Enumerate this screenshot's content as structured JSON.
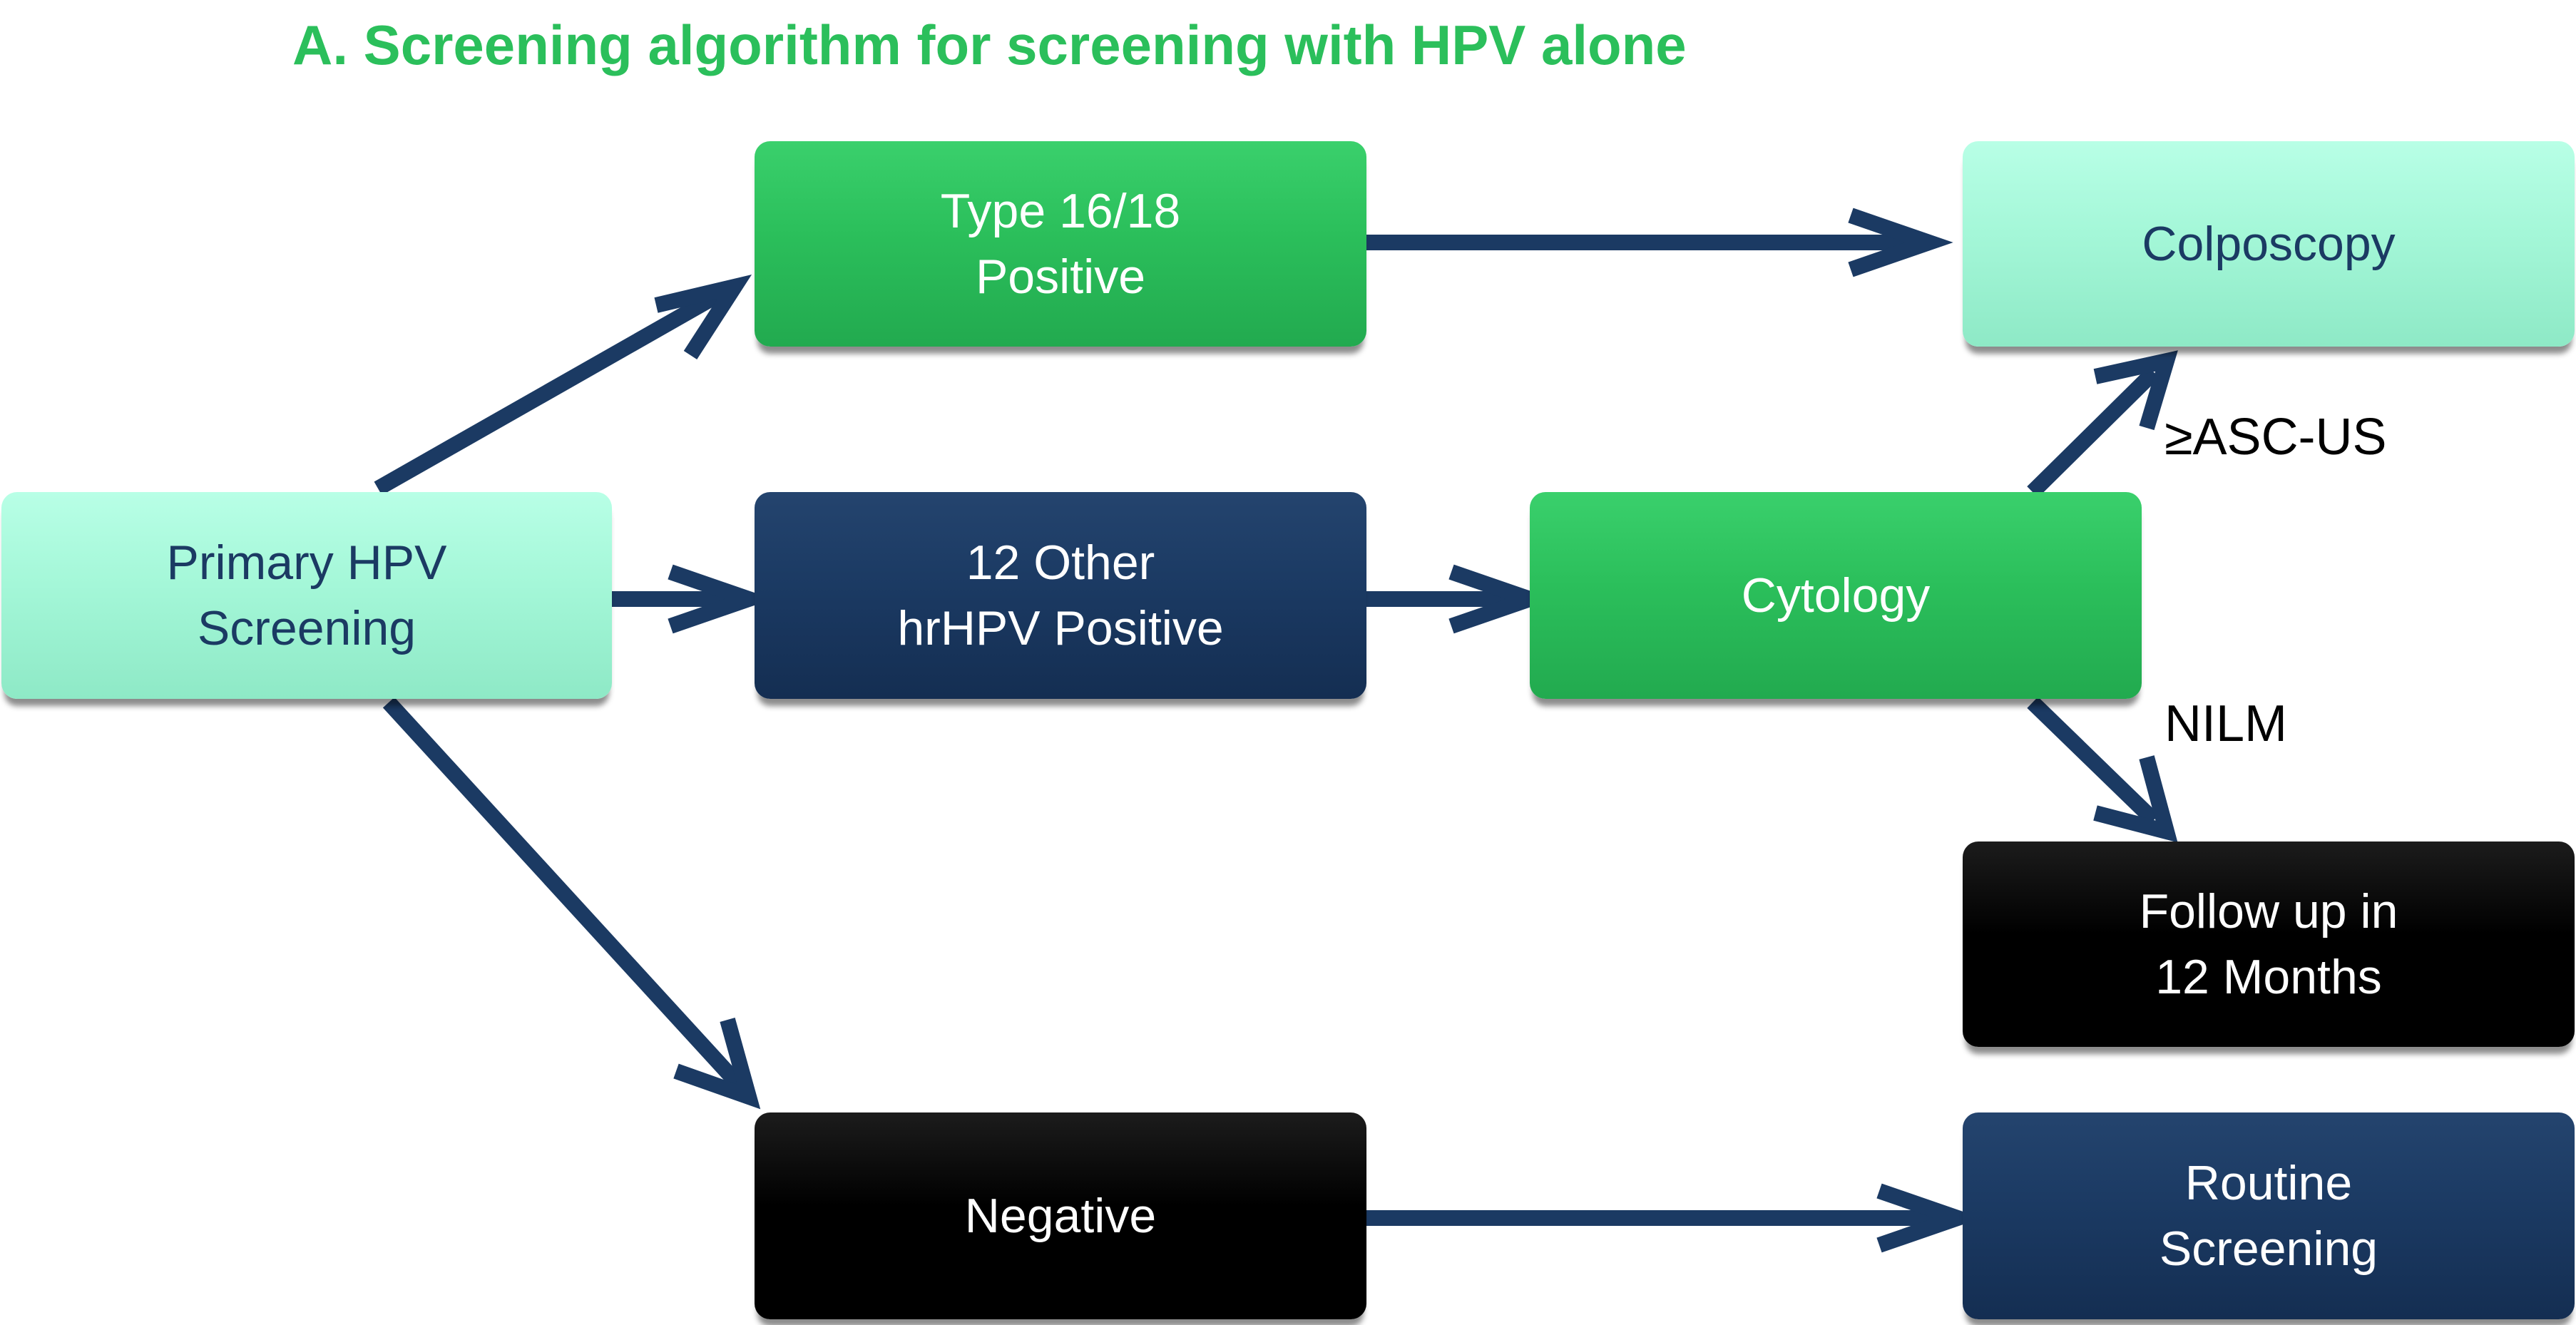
{
  "diagram": {
    "title": "A. Screening algorithm for screening with HPV alone",
    "colors": {
      "title": "#2bbf5b",
      "arrow": "#1b3a63",
      "light_fill": "#a4f7d8",
      "green_fill": "#2bbf5b",
      "navy_fill": "#1b3a63",
      "black_fill": "#000000",
      "dark_text": "#1b3a63",
      "white_text": "#ffffff"
    },
    "nodes": {
      "primary": "Primary HPV\nScreening",
      "type1618": "Type 16/18\nPositive",
      "other": "12 Other\nhrHPV Positive",
      "negative": "Negative",
      "cytology": "Cytology",
      "colposcopy": "Colposcopy",
      "followup": "Follow up in\n12 Months",
      "routine": "Routine\nScreening"
    },
    "edge_labels": {
      "asc_us": "≥ASC-US",
      "nilm": "NILM"
    }
  }
}
